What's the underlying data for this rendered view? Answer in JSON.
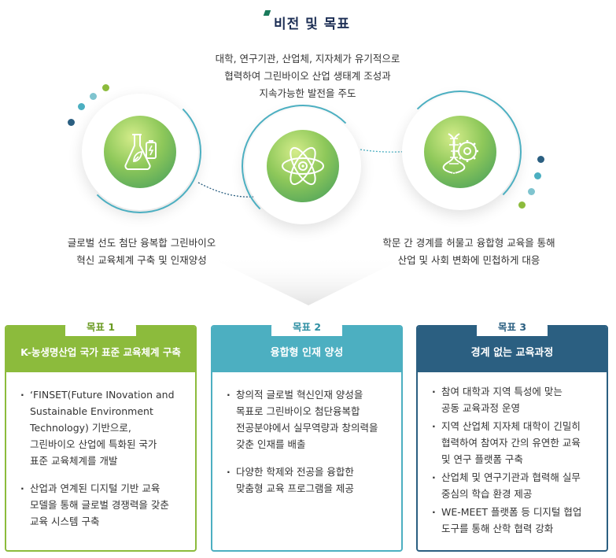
{
  "header": {
    "title": "비전 및 목표"
  },
  "vision": {
    "lines": [
      "대학, 연구기관, 산업체, 지자체가 유기적으로",
      "협력하여 그린바이오 산업 생태계 조성과",
      "지속가능한 발전을 주도"
    ]
  },
  "left_text": {
    "lines": [
      "글로벌 선도 첨단 융복합 그린바이오",
      "혁신 교육체계 구축 및 인재양성"
    ]
  },
  "right_text": {
    "lines": [
      "학문 간 경계를 허물고 융합형 교육을 통해",
      "산업 및 사회 변화에 민첩하게 대응"
    ]
  },
  "icons": {
    "left": "flask-leaf-battery-icon",
    "center": "atom-icon",
    "right": "dna-gear-icon"
  },
  "colors": {
    "green": "#8cbb3c",
    "teal": "#4cafc1",
    "navy": "#2b5f81",
    "title": "#1d2f55",
    "mark": "#1a7a5b"
  },
  "cards": [
    {
      "badge": "목표 1",
      "title": "K-농생명산업 국가 표준 교육체계 구축",
      "items": [
        [
          "‘FINSET(Future INovation and",
          "Sustainable Environment",
          "Technology) 기반으로,",
          "그린바이오 산업에 특화된 국가",
          "표준 교육체계를 개발"
        ],
        [
          "산업과 연계된 디지털 기반 교육",
          "모델을 통해 글로벌 경쟁력을 갖춘",
          "교육 시스템 구축"
        ]
      ]
    },
    {
      "badge": "목표 2",
      "title": "융합형 인재 양성",
      "items": [
        [
          "창의적 글로벌 혁신인재 양성을",
          "목표로 그린바이오 첨단융복합",
          "전공분야에서 실무역량과 창의력을",
          "갖춘 인재를 배출"
        ],
        [
          "다양한 학제와 전공을 융합한",
          "맞춤형 교육 프로그램을 제공"
        ]
      ]
    },
    {
      "badge": "목표 3",
      "title": "경계 없는 교육과정",
      "items": [
        [
          "참여 대학과 지역 특성에 맞는",
          "공동 교육과정 운영"
        ],
        [
          "지역 산업체 지자체 대학이 긴밀히",
          "협력하여 참여자 간의 유연한 교육",
          "및 연구 플랫폼 구축"
        ],
        [
          "산업체 및 연구기관과 협력해 실무",
          "중심의 학습 환경 제공"
        ],
        [
          "WE-MEET 플랫폼 등 디지털 협업",
          "도구를 통해 산학 협력 강화"
        ]
      ]
    }
  ]
}
